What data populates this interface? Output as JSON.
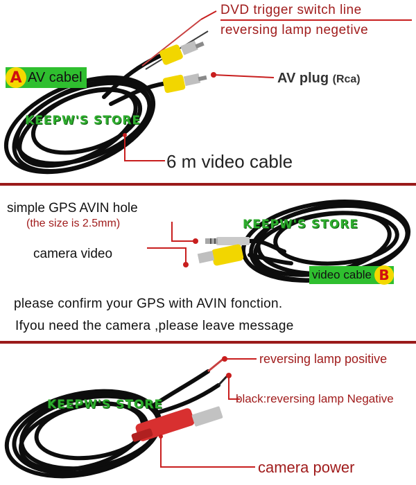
{
  "colors": {
    "leader_line": "#c81e1e",
    "label_dark_red": "#a01c1c",
    "badge_green": "#2fbf2f",
    "badge_letter_bg": "#f4d800",
    "badge_letter_fg": "#d01010",
    "watermark_green": "#2fae2f",
    "rca_yellow": "#f2d600",
    "rca_red": "#d83030",
    "cable_black": "#0d0d0d",
    "divider": "#9a1a1a"
  },
  "panel_a": {
    "badge_letter": "A",
    "badge_text": "AV cabel",
    "callout_dvd": "DVD trigger switch line",
    "callout_reverse_neg": "reversing lamp negetive",
    "callout_av_plug": "AV plug",
    "callout_av_plug_suffix": "(Rca)",
    "callout_cable": "6 m video cable",
    "watermark": "KEEPW'S STORE"
  },
  "panel_b": {
    "callout_gps_hole": "simple GPS AVIN hole",
    "callout_size": "(the size is 2.5mm)",
    "callout_camera_video": "camera video",
    "badge_text": "video cable",
    "badge_letter": "B",
    "note_line1": "please confirm your GPS with AVIN fonction.",
    "note_line2": "Ifyou need the camera ,please leave message",
    "watermark": "KEEPW'S STORE"
  },
  "panel_c": {
    "callout_positive": "reversing lamp positive",
    "callout_negative": "black:reversing lamp Negative",
    "callout_power": "camera power",
    "watermark": "KEEPW'S STORE"
  }
}
